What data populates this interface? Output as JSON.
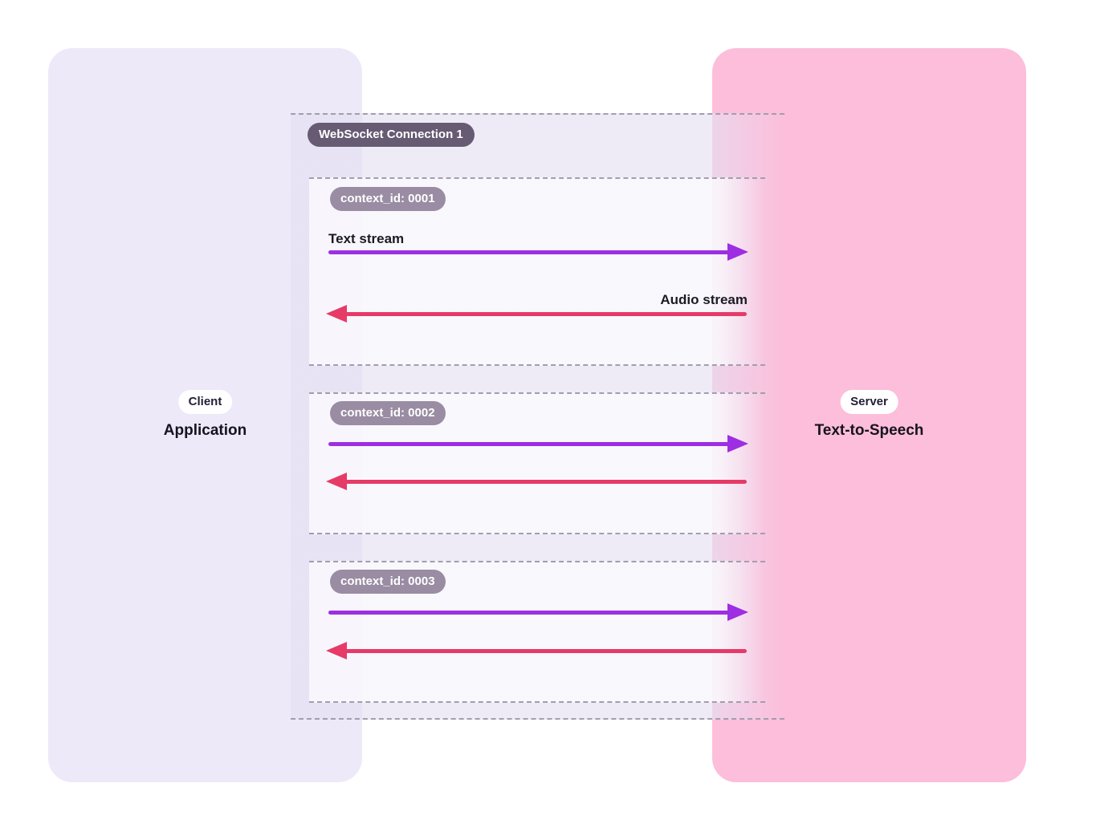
{
  "client": {
    "role": "Client",
    "title": "Application"
  },
  "server": {
    "role": "Server",
    "title": "Text-to-Speech"
  },
  "websocket": {
    "label": "WebSocket Connection 1"
  },
  "contexts": [
    {
      "id_label": "context_id: 0001",
      "text_stream_label": "Text stream",
      "audio_stream_label": "Audio stream",
      "streams": [
        {
          "type": "text",
          "direction": "client-to-server"
        },
        {
          "type": "audio",
          "direction": "server-to-client"
        }
      ]
    },
    {
      "id_label": "context_id: 0002",
      "streams": [
        {
          "type": "text",
          "direction": "client-to-server"
        },
        {
          "type": "audio",
          "direction": "server-to-client"
        }
      ]
    },
    {
      "id_label": "context_id: 0003",
      "streams": [
        {
          "type": "text",
          "direction": "client-to-server"
        },
        {
          "type": "audio",
          "direction": "server-to-client"
        }
      ]
    }
  ],
  "colors": {
    "client_panel": "#EDE9F8",
    "server_panel": "#FCBEDA",
    "text_stream_arrow": "#9D2EE2",
    "audio_stream_arrow": "#E63A67",
    "websocket_badge": "#675A73",
    "context_badge": "#998CA3",
    "dashed_line": "#A39DAE",
    "dark_text": "#1B1B24"
  }
}
